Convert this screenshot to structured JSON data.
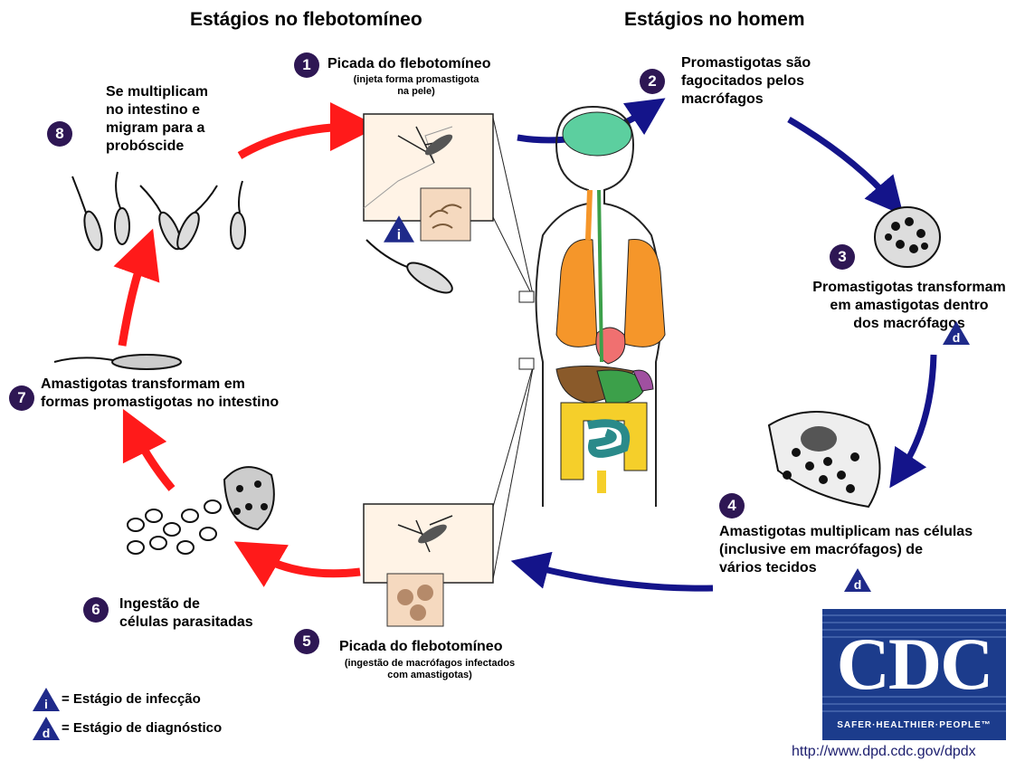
{
  "headers": {
    "sandfly_stages": "Estágios no flebotomíneo",
    "human_stages": "Estágios no homem"
  },
  "steps": [
    {
      "n": "1",
      "text": "Picada do flebotomíneo",
      "sub1": "(injeta forma promastigota",
      "sub2": "na pele)"
    },
    {
      "n": "2",
      "text1": "Promastigotas são",
      "text2": "fagocitados pelos",
      "text3": "macrófagos"
    },
    {
      "n": "3",
      "text1": "Promastigotas transformam",
      "text2": "em amastigotas dentro",
      "text3": "dos macrófagos"
    },
    {
      "n": "4",
      "text1": "Amastigotas multiplicam nas células",
      "text2": "(inclusive em macrófagos) de",
      "text3": "vários tecidos"
    },
    {
      "n": "5",
      "text": "Picada do flebotomíneo",
      "sub1": "(ingestão de macrófagos infectados",
      "sub2": "com amastigotas)"
    },
    {
      "n": "6",
      "text1": "Ingestão de",
      "text2": "células parasitadas"
    },
    {
      "n": "7",
      "text1": "Amastigotas transformam em",
      "text2": "formas promastigotas no intestino"
    },
    {
      "n": "8",
      "text1": "Se multiplicam",
      "text2": "no intestino e",
      "text3": "migram para a",
      "text4": "probóscide"
    }
  ],
  "badges": {
    "infection": "i",
    "diagnostic": "d"
  },
  "legend": {
    "infection_label": "= Estágio de infecção",
    "diagnostic_label": "= Estágio de diagnóstico"
  },
  "cdc": {
    "logo_text": "CDC",
    "tagline": "SAFER·HEALTHIER·PEOPLE™",
    "url": "http://www.dpd.cdc.gov/dpdx"
  },
  "colors": {
    "human_arrows": "#14148a",
    "sandfly_arrows": "#ff1a1a",
    "number_circle": "#2e1754",
    "badge": "#1f2a8a",
    "cdc_blue": "#1c3c8c"
  }
}
